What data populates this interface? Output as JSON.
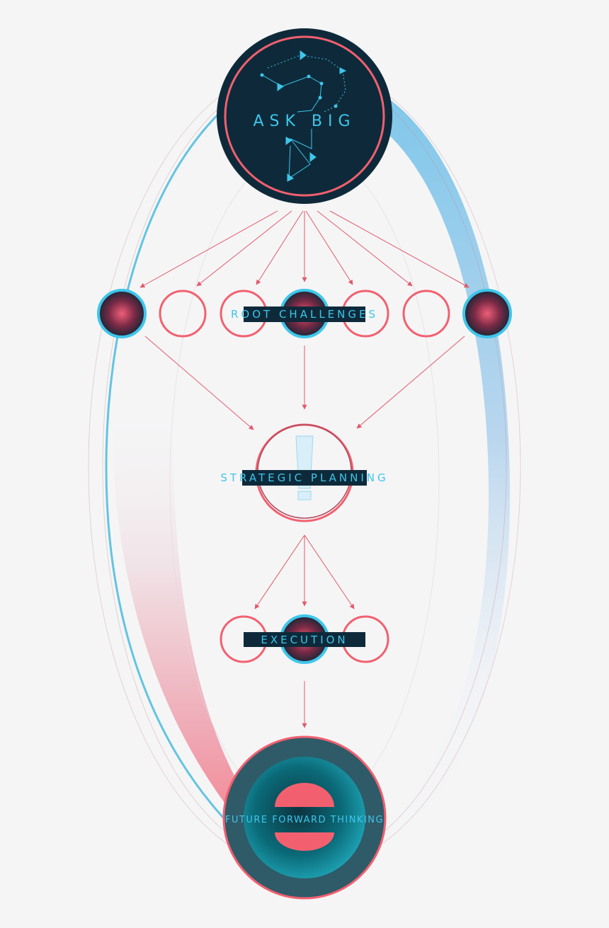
{
  "nodes": {
    "top": {
      "label": "ASK BIG"
    },
    "row1": {
      "label": "ROOT CHALLENGES"
    },
    "middle": {
      "label": "STRATEGIC PLANNING"
    },
    "row2": {
      "label": "EXECUTION"
    },
    "bottom": {
      "label": "FUTURE FORWARD THINKING"
    }
  },
  "colors": {
    "dark_navy": "#0e2a3a",
    "coral": "#f2606f",
    "sky_blue": "#7cc6ea",
    "cyan_accent": "#3ec6ea",
    "teal_dark": "#2f5a68",
    "background": "#f5f5f6"
  },
  "icons": {
    "top": "question-mark-constellation-icon",
    "middle": "exclamation-icon",
    "bottom": "stop-sign-icon"
  }
}
